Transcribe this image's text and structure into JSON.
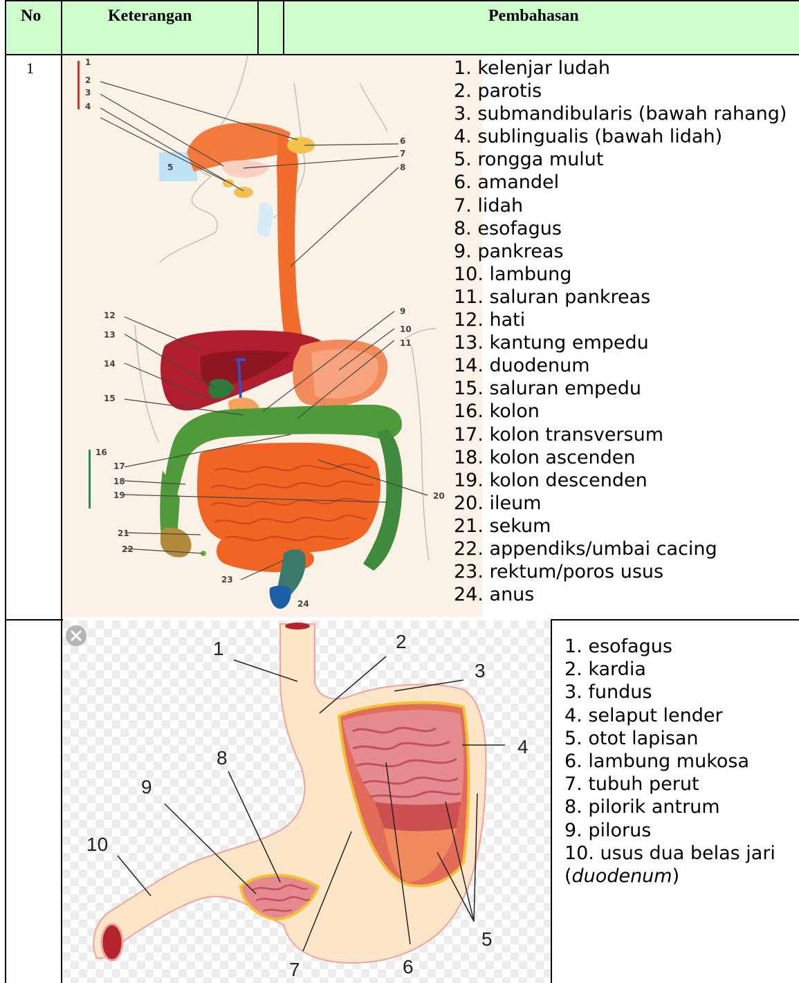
{
  "table": {
    "headers": {
      "no": "No",
      "keterangan": "Keterangan",
      "pembahasan": "Pembahasan"
    },
    "row1_no": "1"
  },
  "digestive": {
    "labels": [
      "1",
      "2",
      "3",
      "4",
      "5",
      "6",
      "7",
      "8",
      "9",
      "10",
      "11",
      "12",
      "13",
      "14",
      "15",
      "16",
      "17",
      "18",
      "19",
      "20",
      "21",
      "22",
      "23",
      "24"
    ],
    "items": [
      "1. kelenjar ludah",
      "2. parotis",
      "3. submandibularis (bawah rahang)",
      "4. sublingualis (bawah lidah)",
      "5. rongga mulut",
      "6. amandel",
      "7. lidah",
      "8. esofagus",
      "9. pankreas",
      "10. lambung",
      "11. saluran pankreas",
      "12. hati",
      "13. kantung empedu",
      "14. duodenum",
      "15. saluran empedu",
      "16. kolon",
      "17. kolon transversum",
      "18. kolon ascenden",
      "19. kolon descenden",
      "20. ileum",
      "21. sekum",
      "22. appendiks/umbai cacing",
      "23. rektum/poros usus",
      "24. anus"
    ]
  },
  "stomach": {
    "labels": [
      "1",
      "2",
      "3",
      "4",
      "5",
      "6",
      "7",
      "8",
      "9",
      "10"
    ],
    "close_icon": "close-icon",
    "items": [
      "1. esofagus",
      "2. kardia",
      "3. fundus",
      "4. selaput lender",
      "5. otot lapisan",
      "6. lambung mukosa",
      "7. tubuh perut",
      "8. pilorik antrum",
      "9. pilorus"
    ],
    "item10_prefix": "10. usus dua belas jari",
    "item10_open": "(",
    "item10_italic": "duodenum",
    "item10_close": ")"
  }
}
